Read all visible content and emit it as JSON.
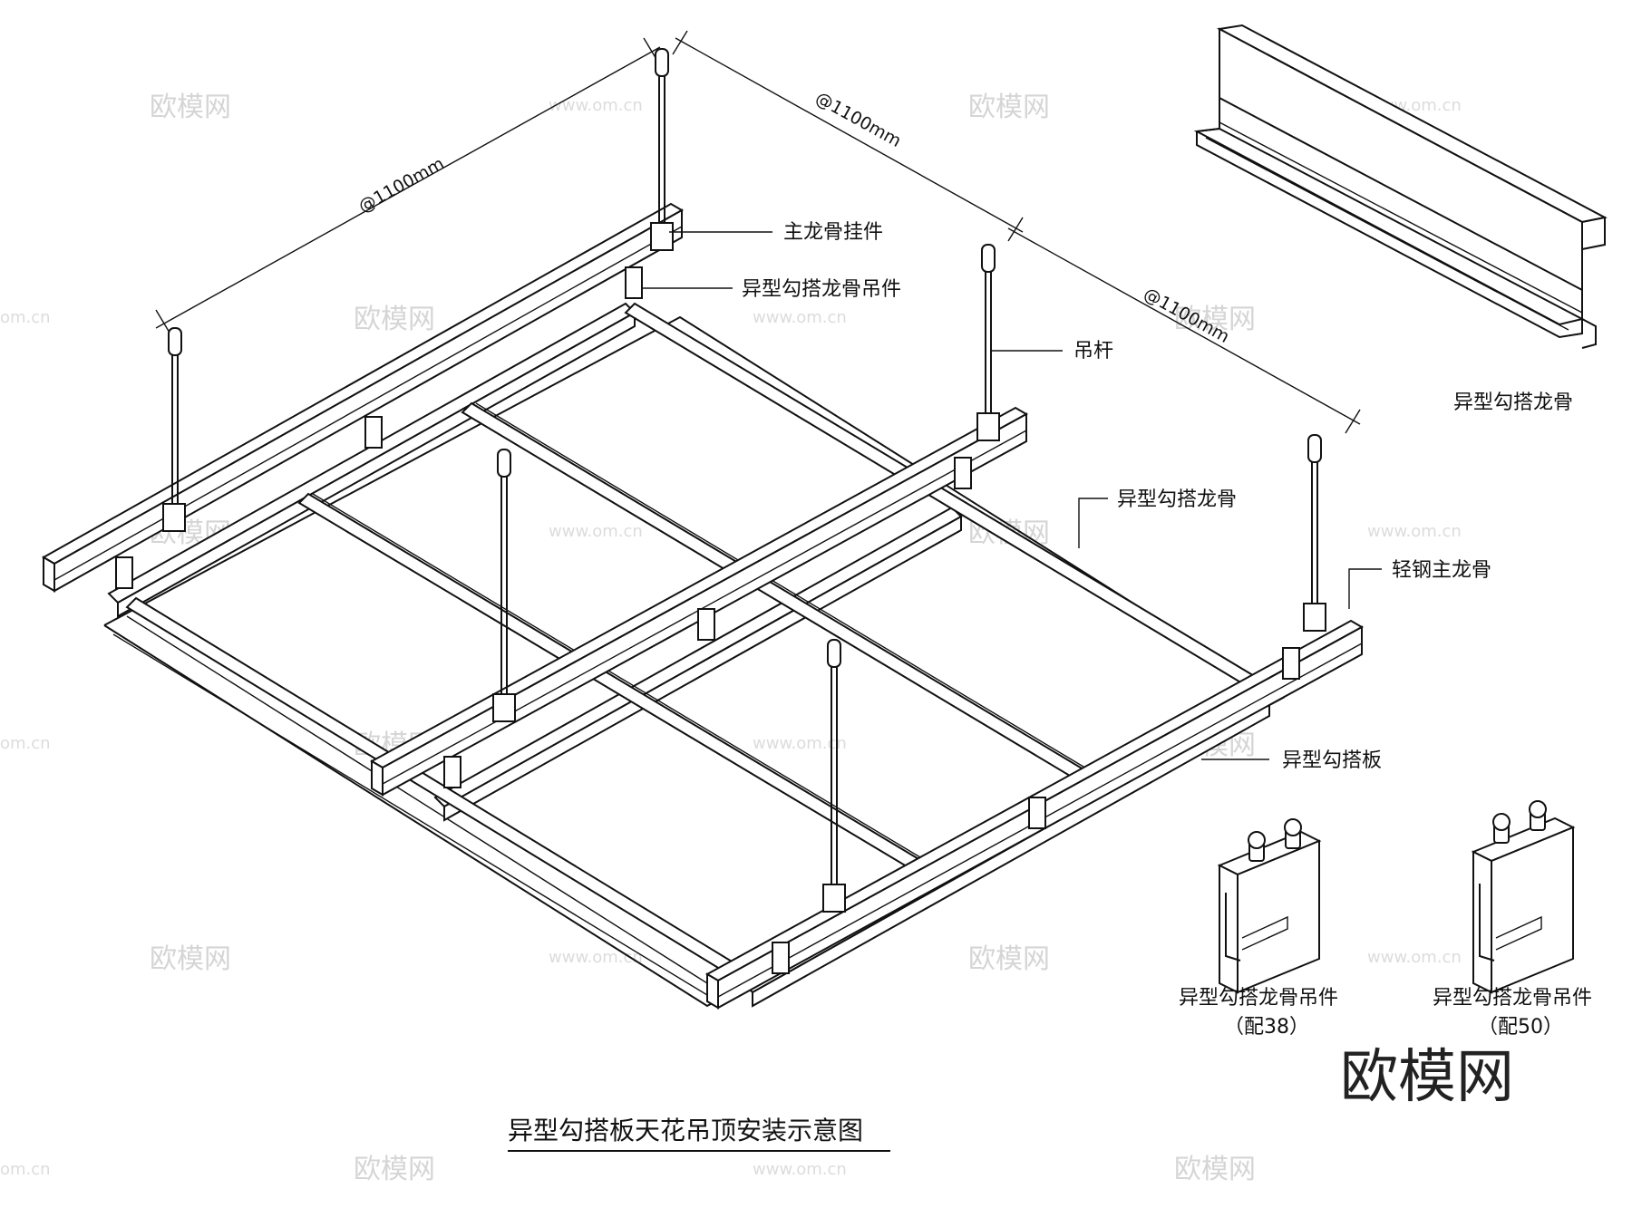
{
  "dimensions": {
    "spacing_left": "@1100mm",
    "spacing_top": "@1100mm",
    "spacing_right": "@1100mm"
  },
  "labels": {
    "main_runner_hanger": "主龙骨挂件",
    "special_hook_runner_clip": "异型勾搭龙骨吊件",
    "suspension_rod": "吊杆",
    "special_hook_runner": "异型勾搭龙骨",
    "light_steel_main_runner": "轻钢主龙骨",
    "special_hook_panel": "异型勾搭板"
  },
  "detail_profile": {
    "label": "异型勾搭龙骨"
  },
  "detail_clips": [
    {
      "label": "异型勾搭龙骨吊件",
      "spec": "（配38）"
    },
    {
      "label": "异型勾搭龙骨吊件",
      "spec": "（配50）"
    }
  ],
  "title": "异型勾搭板天花吊顶安装示意图",
  "watermarks": {
    "brand": "欧模网",
    "url": "www.om.cn",
    "domain": "om.cn"
  },
  "colors": {
    "line": "#111111",
    "background": "#ffffff",
    "watermark": "#d5d5d5"
  }
}
